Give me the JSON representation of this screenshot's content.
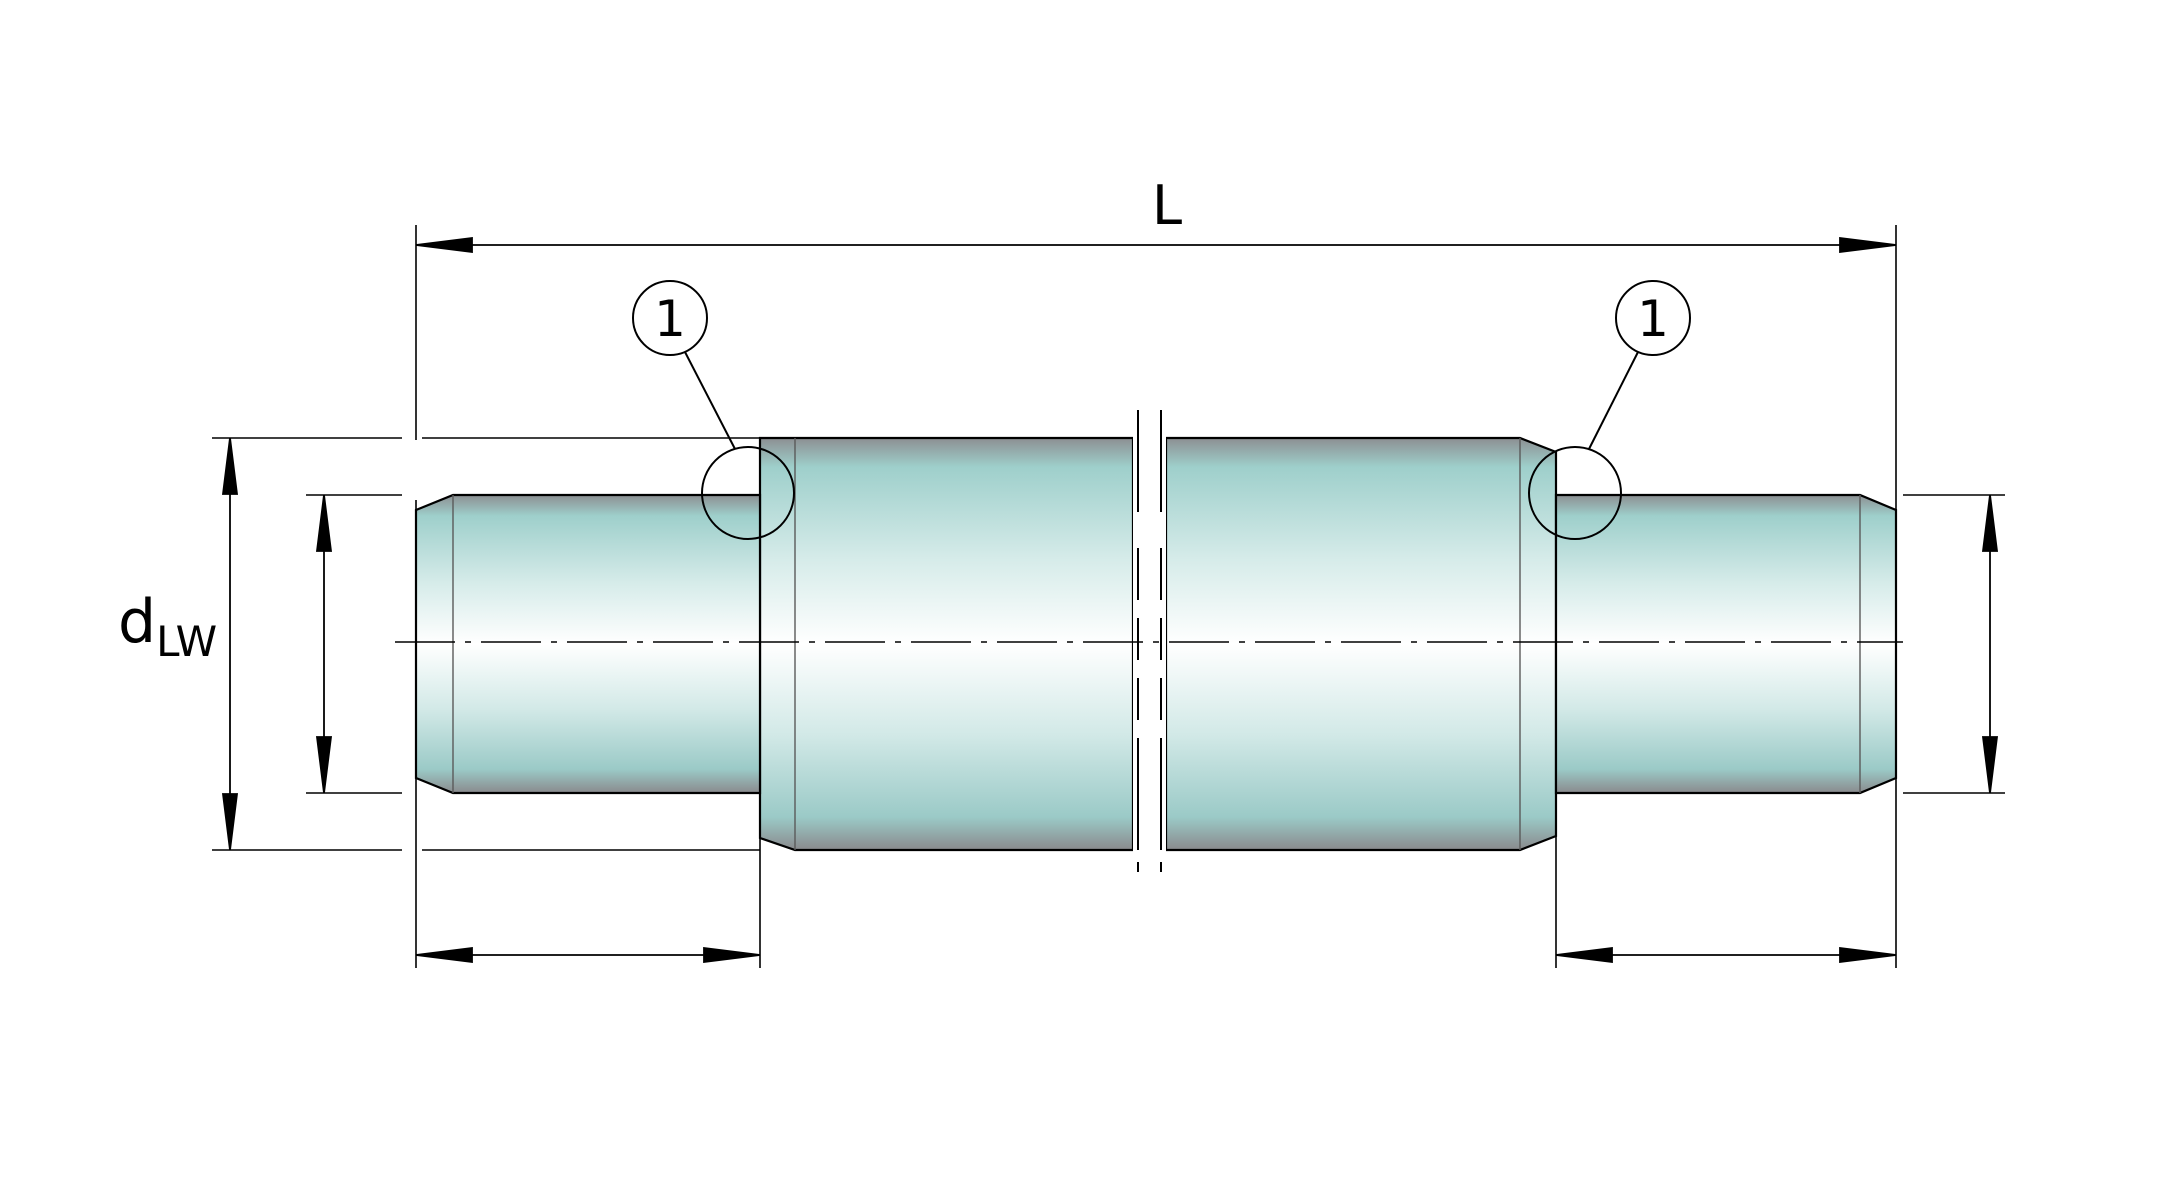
{
  "labels": {
    "length": "L",
    "diameter_main": "d",
    "diameter_sub": "LW",
    "callout_left": "1",
    "callout_right": "1"
  },
  "colors": {
    "line": "#000000",
    "body_light": "#ffffff",
    "body_mid": "#a6d2d0",
    "body_dark": "#8e8e8e"
  }
}
